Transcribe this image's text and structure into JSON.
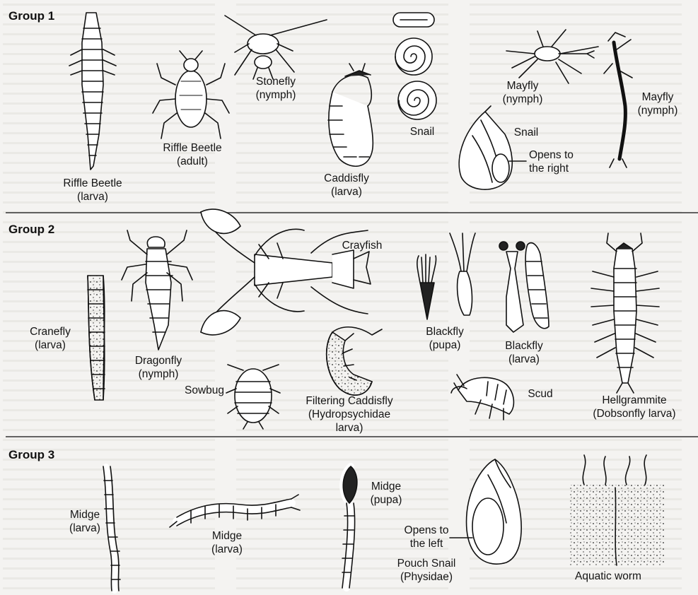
{
  "groups": [
    {
      "title": "Group 1",
      "organisms": [
        {
          "name": "Riffle Beetle",
          "stage": "(larva)"
        },
        {
          "name": "Riffle Beetle",
          "stage": "(adult)"
        },
        {
          "name": "Stonefly",
          "stage": "(nymph)"
        },
        {
          "name": "Caddisfly",
          "stage": "(larva)"
        },
        {
          "name": "Snail",
          "stage": ""
        },
        {
          "name": "Snail",
          "stage": ""
        },
        {
          "name": "Mayfly",
          "stage": "(nymph)"
        },
        {
          "name": "Mayfly",
          "stage": "(nymph)"
        }
      ],
      "callout": {
        "line1": "Opens to",
        "line2": "the right"
      }
    },
    {
      "title": "Group 2",
      "organisms": [
        {
          "name": "Cranefly",
          "stage": "(larva)"
        },
        {
          "name": "Dragonfly",
          "stage": "(nymph)"
        },
        {
          "name": "Crayfish",
          "stage": ""
        },
        {
          "name": "Sowbug",
          "stage": ""
        },
        {
          "name": "Filtering Caddisfly",
          "stage": "(Hydropsychidae",
          "stage2": "larva)"
        },
        {
          "name": "Blackfly",
          "stage": "(pupa)"
        },
        {
          "name": "Blackfly",
          "stage": "(larva)"
        },
        {
          "name": "Scud",
          "stage": ""
        },
        {
          "name": "Hellgrammite",
          "stage": "(Dobsonfly larva)"
        }
      ]
    },
    {
      "title": "Group 3",
      "organisms": [
        {
          "name": "Midge",
          "stage": "(larva)"
        },
        {
          "name": "Midge",
          "stage": "(larva)"
        },
        {
          "name": "Midge",
          "stage": "(pupa)"
        },
        {
          "name": "Pouch Snail",
          "stage": "(Physidae)"
        },
        {
          "name": "Aquatic worm",
          "stage": ""
        }
      ],
      "callout": {
        "line1": "Opens to",
        "line2": "the left"
      }
    }
  ]
}
